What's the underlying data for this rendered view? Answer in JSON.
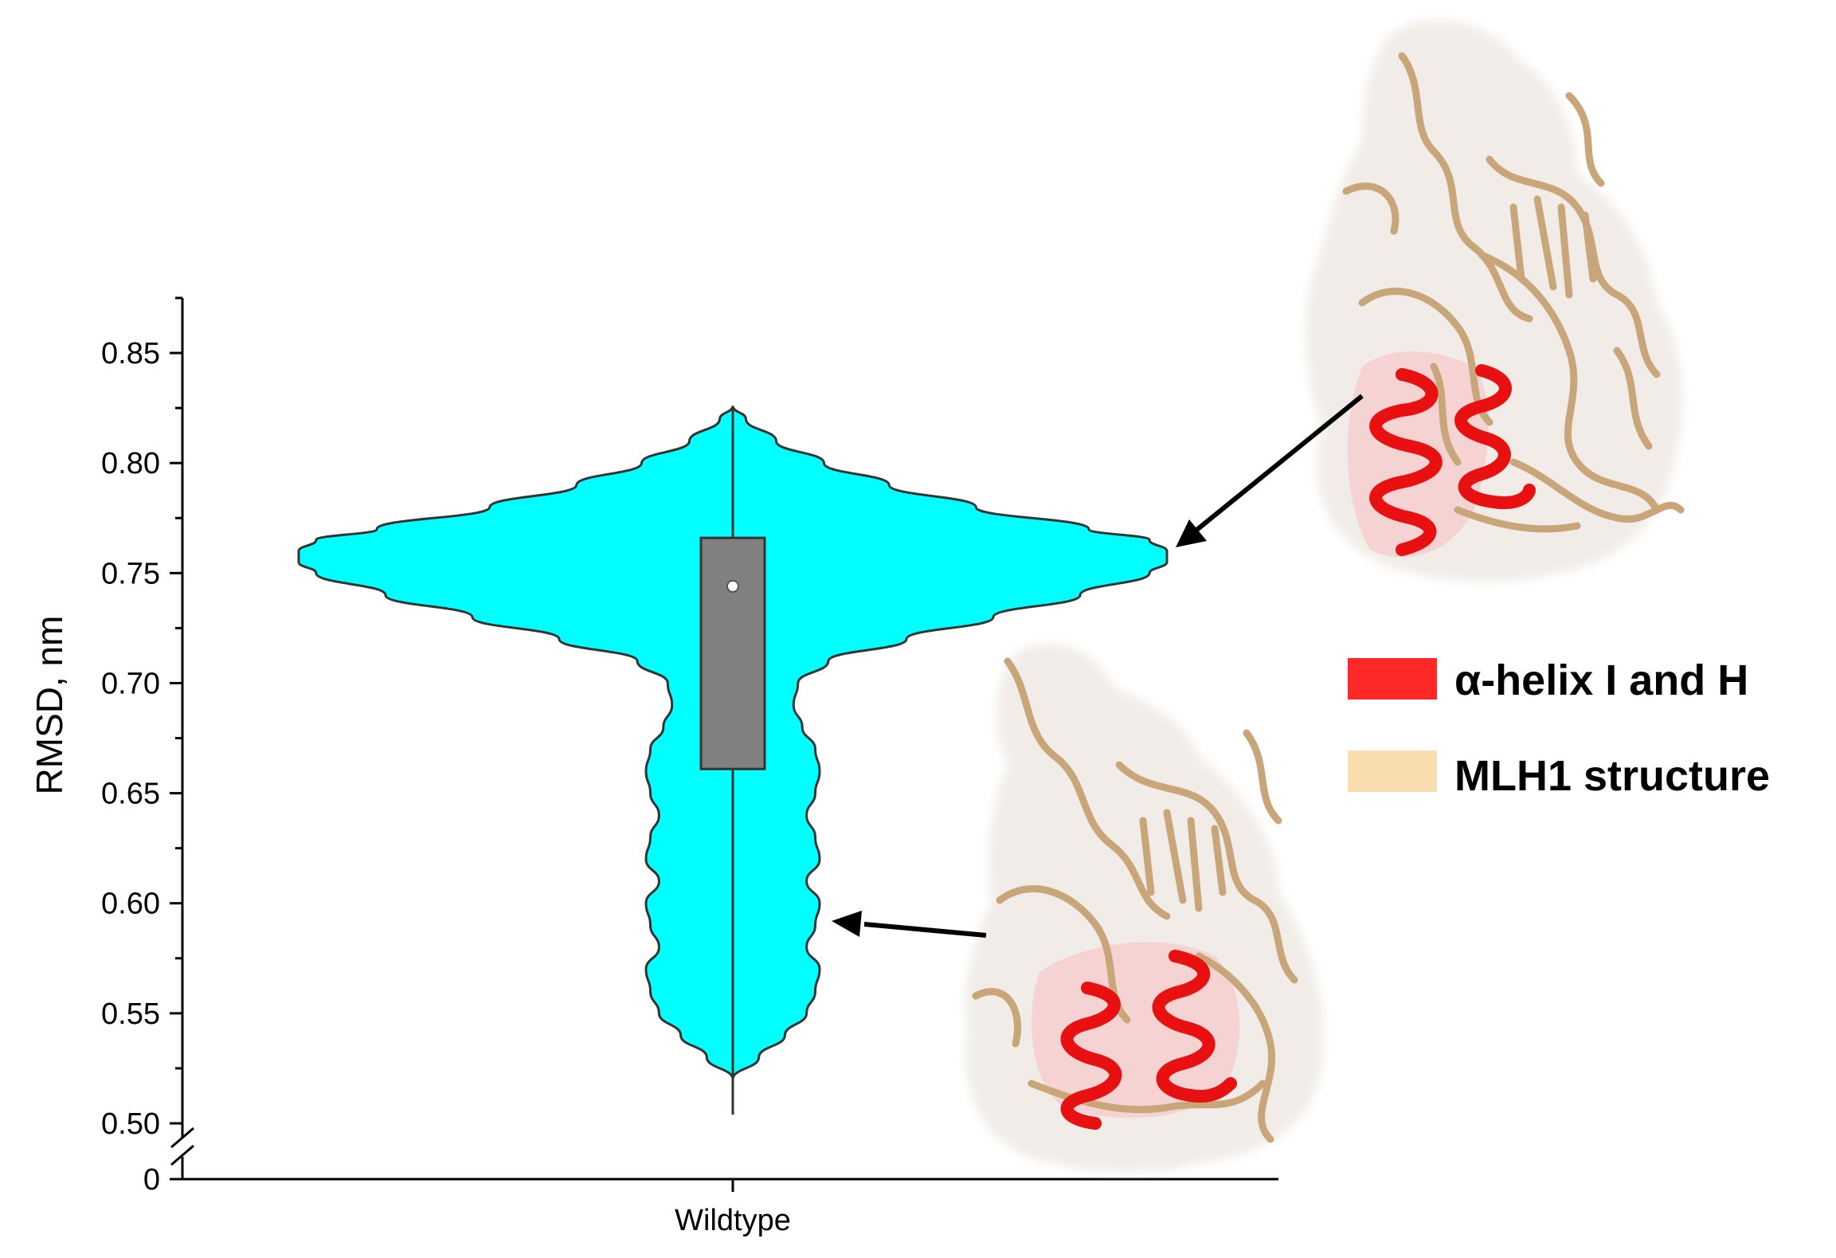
{
  "chart_data": {
    "type": "violin",
    "ylabel": "RMSD, nm",
    "xlabel": "",
    "categories": [
      "Wildtype"
    ],
    "ylim": [
      0.5,
      0.875
    ],
    "y_ticks": [
      0.5,
      0.55,
      0.6,
      0.65,
      0.7,
      0.75,
      0.8,
      0.85
    ],
    "y_tick_labels": [
      "0.50",
      "0.55",
      "0.60",
      "0.65",
      "0.70",
      "0.75",
      "0.80",
      "0.85"
    ],
    "axis_break_label": "0",
    "violin": {
      "min": 0.52,
      "max": 0.826,
      "density_profile": [
        [
          0.52,
          0.0
        ],
        [
          0.53,
          0.06
        ],
        [
          0.54,
          0.12
        ],
        [
          0.55,
          0.17
        ],
        [
          0.56,
          0.19
        ],
        [
          0.57,
          0.2
        ],
        [
          0.58,
          0.17
        ],
        [
          0.59,
          0.19
        ],
        [
          0.6,
          0.2
        ],
        [
          0.61,
          0.17
        ],
        [
          0.62,
          0.2
        ],
        [
          0.63,
          0.19
        ],
        [
          0.64,
          0.17
        ],
        [
          0.65,
          0.19
        ],
        [
          0.66,
          0.2
        ],
        [
          0.67,
          0.19
        ],
        [
          0.68,
          0.16
        ],
        [
          0.69,
          0.14
        ],
        [
          0.7,
          0.15
        ],
        [
          0.71,
          0.22
        ],
        [
          0.72,
          0.4
        ],
        [
          0.73,
          0.6
        ],
        [
          0.74,
          0.8
        ],
        [
          0.75,
          0.96
        ],
        [
          0.755,
          1.0
        ],
        [
          0.76,
          1.0
        ],
        [
          0.765,
          0.96
        ],
        [
          0.77,
          0.82
        ],
        [
          0.78,
          0.56
        ],
        [
          0.79,
          0.36
        ],
        [
          0.8,
          0.21
        ],
        [
          0.81,
          0.1
        ],
        [
          0.82,
          0.03
        ],
        [
          0.826,
          0.0
        ]
      ],
      "color": "#00FFFF"
    },
    "box": {
      "q1": 0.661,
      "q3": 0.766,
      "mean": 0.744,
      "whisker_low": 0.504,
      "whisker_high": 0.826,
      "color": "#808080"
    },
    "legend": [
      {
        "label": "α-helix I and H",
        "color": "#FF2828"
      },
      {
        "label": "MLH1 structure",
        "color": "#F8DDB0"
      }
    ],
    "grid": false
  },
  "insets": {
    "top_structure_icon": "protein-structure-icon",
    "bottom_structure_icon": "protein-structure-icon",
    "structure_color": "#C9A679",
    "highlight_color": "#E81010",
    "surface_color": "#EFE9E3"
  }
}
